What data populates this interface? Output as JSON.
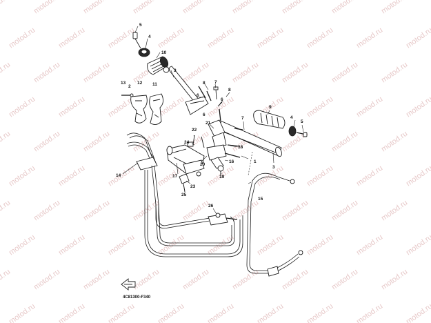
{
  "watermark": "motod.ru",
  "callouts": [
    "1",
    "2",
    "3",
    "4",
    "5",
    "6",
    "7",
    "8",
    "9",
    "10",
    "11",
    "12",
    "13",
    "14",
    "15",
    "16",
    "17",
    "18",
    "19",
    "20",
    "21",
    "22",
    "23",
    "24",
    "25",
    "26"
  ],
  "diagram_code": "4C81300-F340",
  "front_arrow_icon": "front-direction-arrow-icon",
  "colors": {
    "line": "#1a1a1a",
    "watermark": "#e7c9c9",
    "background": "#ffffff"
  }
}
